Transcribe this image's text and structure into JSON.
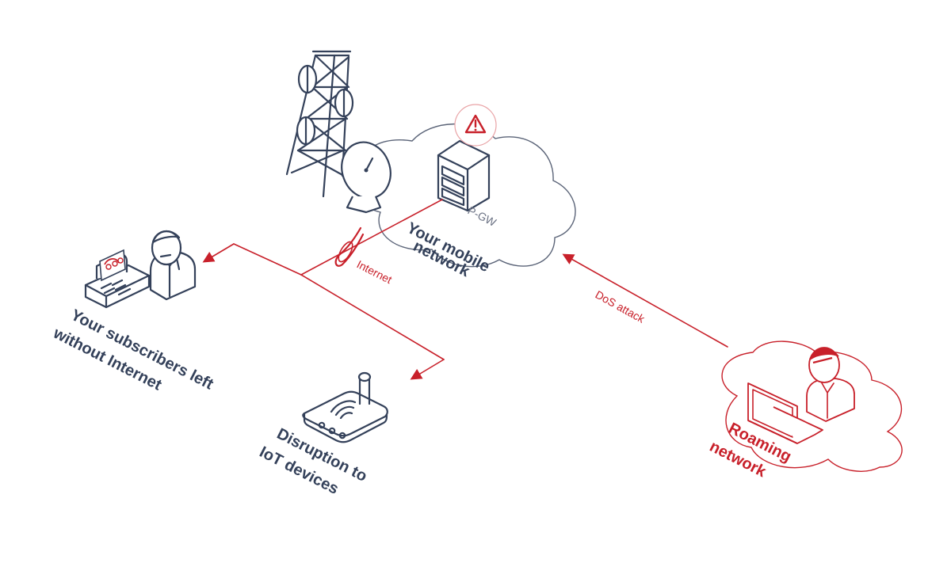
{
  "labels": {
    "mobile_network": [
      "Your  mobile",
      "network"
    ],
    "pgw": "P-GW",
    "internet": "Internet",
    "dos": "DoS attack",
    "subscribers": [
      "Your subscribers left",
      "without Internet"
    ],
    "iot": [
      "Disruption to",
      "IoT devices"
    ],
    "roaming": [
      "Roaming",
      "network"
    ]
  },
  "colors": {
    "navy": "#34415a",
    "red": "#c8202a",
    "gray": "#6b7284"
  },
  "icons": [
    "cell-tower-icon",
    "satellite-dish-icon",
    "server-icon",
    "warning-icon",
    "subscriber-person-icon",
    "phone-error-icon",
    "router-icon",
    "attacker-person-icon",
    "laptop-icon",
    "broken-link-icon"
  ]
}
